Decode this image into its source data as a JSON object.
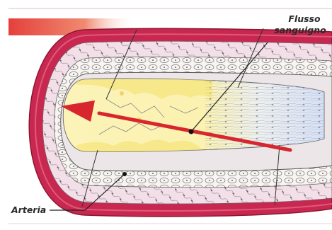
{
  "labels": {
    "flow_line1": "Flusso",
    "flow_line2": "sanguigno",
    "artery": "Arteria"
  },
  "colors": {
    "outer_wall": "#c8284f",
    "outer_wall_dark": "#9e1838",
    "adventitia": "#f2dfe7",
    "media": "#f8f4f2",
    "lumen_plaque": "#fbf3b8",
    "plaque_yellow": "#f4e06a",
    "lumen_blue": "#dfe6f5",
    "flow_arrow": "#d7262e",
    "header_band": "#e4403c"
  }
}
